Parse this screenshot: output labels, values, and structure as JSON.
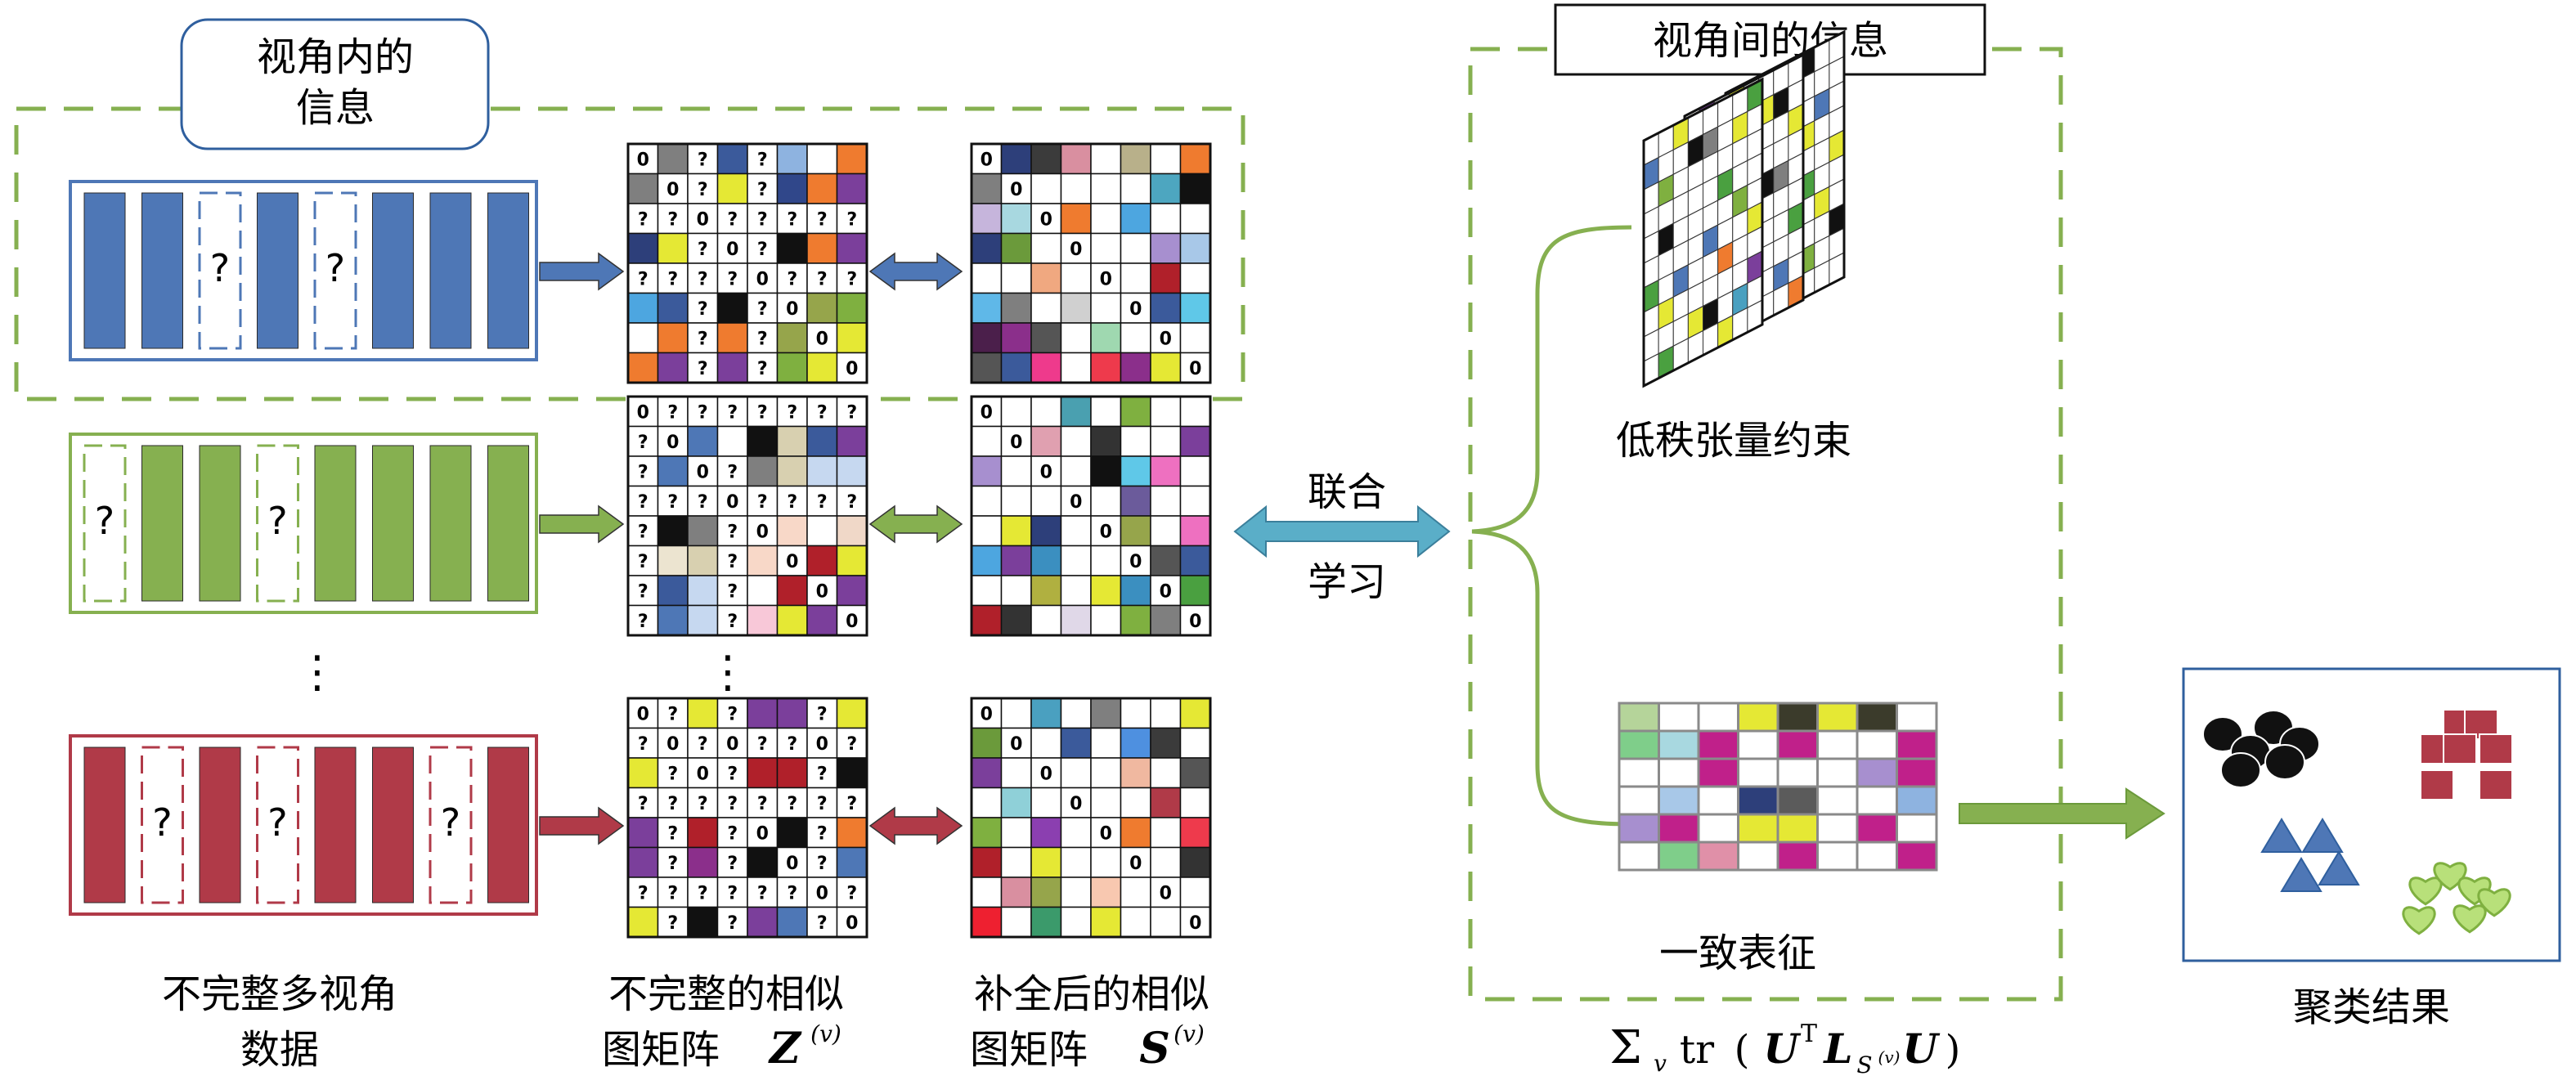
{
  "labels": {
    "intra_view": "视角内的\n信息",
    "inter_view": "视角间的信息",
    "joint_learning": "联合\n学习",
    "low_rank": "低秩张量约束",
    "consistent": "一致表征",
    "cluster_result": "聚类结果",
    "incomplete_data": "不完整多视角\n数据",
    "incomplete_graph_line1": "不完整的相似",
    "incomplete_graph_line2": "图矩阵",
    "incomplete_graph_sym": "Z",
    "completed_graph_line1": "补全后的相似",
    "completed_graph_line2": "图矩阵",
    "completed_graph_sym": "S",
    "view_sup": "(v)",
    "formula_sigma": "Σ",
    "formula_v": "v",
    "formula_tr": "tr",
    "formula_U": "U",
    "formula_T": "T",
    "formula_L": "L",
    "formula_sub": "S",
    "formula_subsup": "(v)",
    "dots": "⋮",
    "question": "?",
    "zero": "0"
  },
  "views": [
    {
      "color": "#4e77b6",
      "columns": [
        0,
        0,
        1,
        0,
        1,
        0,
        0,
        0
      ],
      "incomplete_matrix": [
        [
          "0",
          "c:#7f7f7f",
          "?",
          "c:#3b5a9b",
          "?",
          "c:#8eb3e0",
          "c:#ffffff",
          "c:#ef7b2f"
        ],
        [
          "c:#7f7f7f",
          "0",
          "?",
          "c:#e5e834",
          "?",
          "c:#30478a",
          "c:#ef7b2f",
          "c:#7b3f9b"
        ],
        [
          "?",
          "?",
          "0",
          "?",
          "?",
          "?",
          "?",
          "?"
        ],
        [
          "c:#2d3f7a",
          "c:#e5e834",
          "?",
          "0",
          "?",
          "c:#111111",
          "c:#ef7b2f",
          "c:#7b3f9b"
        ],
        [
          "?",
          "?",
          "?",
          "?",
          "0",
          "?",
          "?",
          "?"
        ],
        [
          "c:#4da6e0",
          "c:#3b5a9b",
          "?",
          "c:#111111",
          "?",
          "0",
          "c:#96a54b",
          "c:#7fb040"
        ],
        [
          "c:#ffffff",
          "c:#ef7b2f",
          "?",
          "c:#ef7b2f",
          "?",
          "c:#96a54b",
          "0",
          "c:#e5e834"
        ],
        [
          "c:#ef7b2f",
          "c:#7b3f9b",
          "?",
          "c:#7b3f9b",
          "?",
          "c:#7fb040",
          "c:#e5e834",
          "0"
        ]
      ],
      "complete_matrix": [
        [
          "0",
          "c:#2d3f7a",
          "c:#3b3b3b",
          "c:#d98fa0",
          "c:#ffffff",
          "c:#b8b08a",
          "c:#ffffff",
          "c:#ef7b2f"
        ],
        [
          "c:#7f7f7f",
          "0",
          "c:#ffffff",
          "c:#ffffff",
          "c:#ffffff",
          "c:#ffffff",
          "c:#4da6c0",
          "c:#111111"
        ],
        [
          "c:#c6b5dc",
          "c:#a8d8e0",
          "0",
          "c:#ef7b2f",
          "c:#ffffff",
          "c:#4da6e0",
          "c:#ffffff",
          "c:#ffffff"
        ],
        [
          "c:#2d3f7a",
          "c:#6b9a3b",
          "c:#ffffff",
          "0",
          "c:#ffffff",
          "c:#ffffff",
          "c:#a78fcf",
          "c:#a8c8e8"
        ],
        [
          "c:#ffffff",
          "c:#ffffff",
          "c:#f0a880",
          "c:#ffffff",
          "0",
          "c:#ffffff",
          "c:#b0202a",
          "c:#ffffff"
        ],
        [
          "c:#5fb8e8",
          "c:#7f7f7f",
          "c:#ffffff",
          "c:#d0d0d0",
          "c:#ffffff",
          "0",
          "c:#3b5a9b",
          "c:#5fc8e8"
        ],
        [
          "c:#4b1f4b",
          "c:#8b2f8b",
          "c:#555555",
          "c:#ffffff",
          "c:#9fd8b0",
          "c:#ffffff",
          "0",
          "c:#ffffff"
        ],
        [
          "c:#555555",
          "c:#3b5a9b",
          "c:#ee3a8c",
          "c:#ffffff",
          "c:#ee3a4c",
          "c:#8b2f8b",
          "c:#e5e834",
          "0"
        ]
      ]
    },
    {
      "color": "#86b050",
      "columns": [
        1,
        0,
        0,
        1,
        0,
        0,
        0,
        0
      ],
      "incomplete_matrix": [
        [
          "0",
          "?",
          "?",
          "?",
          "?",
          "?",
          "?",
          "?"
        ],
        [
          "?",
          "0",
          "c:#4e77b6",
          "c:#ffffff",
          "c:#111111",
          "c:#d8d0b0",
          "c:#3b5a9b",
          "c:#7b3f9b"
        ],
        [
          "?",
          "c:#4e77b6",
          "0",
          "?",
          "c:#7f7f7f",
          "c:#d8d0b0",
          "c:#c6d8f0",
          "c:#c6d8f0"
        ],
        [
          "?",
          "?",
          "?",
          "0",
          "?",
          "?",
          "?",
          "?"
        ],
        [
          "?",
          "c:#111111",
          "c:#7f7f7f",
          "?",
          "0",
          "c:#f8d8c8",
          "c:#ffffff",
          "c:#f0d8c8"
        ],
        [
          "?",
          "c:#ece4d0",
          "c:#d8d0b0",
          "?",
          "c:#f8d8c8",
          "0",
          "c:#b0202a",
          "c:#e5e834"
        ],
        [
          "?",
          "c:#3b5a9b",
          "c:#c6d8f0",
          "?",
          "c:#ffffff",
          "c:#b0202a",
          "0",
          "c:#7b3f9b"
        ],
        [
          "?",
          "c:#4e77b6",
          "c:#c6d8f0",
          "?",
          "c:#f8c8d8",
          "c:#e5e834",
          "c:#7b3f9b",
          "0"
        ]
      ],
      "complete_matrix": [
        [
          "0",
          "c:#ffffff",
          "c:#ffffff",
          "c:#4aa0b0",
          "c:#ffffff",
          "c:#7fb040",
          "c:#ffffff",
          "c:#ffffff"
        ],
        [
          "c:#ffffff",
          "0",
          "c:#e0a0b0",
          "c:#ffffff",
          "c:#333333",
          "c:#ffffff",
          "c:#ffffff",
          "c:#7b3f9b"
        ],
        [
          "c:#a78fcf",
          "c:#ffffff",
          "0",
          "c:#ffffff",
          "c:#111111",
          "c:#5fc8e8",
          "c:#ee70c0",
          "c:#ffffff"
        ],
        [
          "c:#ffffff",
          "c:#ffffff",
          "c:#ffffff",
          "0",
          "c:#ffffff",
          "c:#6b5b9b",
          "c:#ffffff",
          "c:#ffffff"
        ],
        [
          "c:#ffffff",
          "c:#e5e834",
          "c:#2d3f7a",
          "c:#ffffff",
          "0",
          "c:#96a54b",
          "c:#ffffff",
          "c:#ee70c0"
        ],
        [
          "c:#4da6e0",
          "c:#7b3f9b",
          "c:#3b8fc0",
          "c:#ffffff",
          "c:#ffffff",
          "0",
          "c:#555555",
          "c:#3b5a9b"
        ],
        [
          "c:#ffffff",
          "c:#ffffff",
          "c:#b0b040",
          "c:#ffffff",
          "c:#e5e834",
          "c:#3b8fc0",
          "0",
          "c:#4aa040"
        ],
        [
          "c:#b0202a",
          "c:#333333",
          "c:#ffffff",
          "c:#e0d8e8",
          "c:#ffffff",
          "c:#7fb040",
          "c:#7f7f7f",
          "0"
        ]
      ]
    },
    {
      "color": "#b03a48",
      "columns": [
        0,
        1,
        0,
        1,
        0,
        0,
        1,
        0
      ],
      "incomplete_matrix": [
        [
          "0",
          "?",
          "c:#e5e834",
          "?",
          "c:#7b3f9b",
          "c:#7b3f9b",
          "?",
          "c:#e5e834"
        ],
        [
          "?",
          "0",
          "?",
          "0",
          "?",
          "?",
          "0",
          "?"
        ],
        [
          "c:#e5e834",
          "?",
          "0",
          "?",
          "c:#b0202a",
          "c:#b0202a",
          "?",
          "c:#111111"
        ],
        [
          "?",
          "?",
          "?",
          "?",
          "?",
          "?",
          "?",
          "?"
        ],
        [
          "c:#7b3f9b",
          "?",
          "c:#b0202a",
          "?",
          "0",
          "c:#111111",
          "?",
          "c:#ef7b2f"
        ],
        [
          "c:#7b3f9b",
          "?",
          "c:#8b2f8b",
          "?",
          "c:#111111",
          "0",
          "?",
          "c:#4e77b6"
        ],
        [
          "?",
          "?",
          "?",
          "?",
          "?",
          "?",
          "0",
          "?"
        ],
        [
          "c:#e5e834",
          "?",
          "c:#111111",
          "?",
          "c:#7b3f9b",
          "c:#4e77b6",
          "?",
          "0"
        ]
      ],
      "complete_matrix": [
        [
          "0",
          "c:#ffffff",
          "c:#4aa0c0",
          "c:#ffffff",
          "c:#7f7f7f",
          "c:#ffffff",
          "c:#ffffff",
          "c:#e5e834"
        ],
        [
          "c:#6b9a3b",
          "0",
          "c:#ffffff",
          "c:#3b5a9b",
          "c:#ffffff",
          "c:#4e90e0",
          "c:#3b3b3b",
          "c:#ffffff"
        ],
        [
          "c:#7b3f9b",
          "c:#ffffff",
          "0",
          "c:#ffffff",
          "c:#ffffff",
          "c:#f0b8a0",
          "c:#ffffff",
          "c:#555555"
        ],
        [
          "c:#ffffff",
          "c:#8fd0d8",
          "c:#ffffff",
          "0",
          "c:#ffffff",
          "c:#ffffff",
          "c:#b03a48",
          "c:#ffffff"
        ],
        [
          "c:#7fb040",
          "c:#ffffff",
          "c:#8b3fb0",
          "c:#ffffff",
          "0",
          "c:#ef7b2f",
          "c:#ffffff",
          "c:#ee3a4c"
        ],
        [
          "c:#b0202a",
          "c:#ffffff",
          "c:#e5e834",
          "c:#ffffff",
          "c:#ffffff",
          "0",
          "c:#ffffff",
          "c:#333333"
        ],
        [
          "c:#ffffff",
          "c:#d98fa0",
          "c:#96a54b",
          "c:#ffffff",
          "c:#f8c8b0",
          "c:#ffffff",
          "0",
          "c:#ffffff"
        ],
        [
          "c:#ee2030",
          "c:#ffffff",
          "c:#3b9a6b",
          "c:#ffffff",
          "c:#e5e834",
          "c:#ffffff",
          "c:#ffffff",
          "0"
        ]
      ]
    }
  ],
  "consistent_matrix": [
    [
      "#b5d49a",
      "#ffffff",
      "#ffffff",
      "#e5e834",
      "#3b3b2b",
      "#e5e834",
      "#3b3b2b",
      "#ffffff"
    ],
    [
      "#7fce8a",
      "#a8d8e0",
      "#c0208a",
      "#ffffff",
      "#c0208a",
      "#ffffff",
      "#ffffff",
      "#c0208a"
    ],
    [
      "#ffffff",
      "#ffffff",
      "#c0208a",
      "#ffffff",
      "#ffffff",
      "#ffffff",
      "#a78fcf",
      "#c0208a"
    ],
    [
      "#ffffff",
      "#a8c8e8",
      "#ffffff",
      "#2d3f7a",
      "#5b5b5b",
      "#ffffff",
      "#ffffff",
      "#8eb3e0"
    ],
    [
      "#a78fcf",
      "#c0208a",
      "#ffffff",
      "#e5e834",
      "#e5e834",
      "#ffffff",
      "#c0208a",
      "#ffffff"
    ],
    [
      "#ffffff",
      "#7fce8a",
      "#e090a8",
      "#ffffff",
      "#c0208a",
      "#ffffff",
      "#ffffff",
      "#c0208a"
    ]
  ],
  "tensor_cells": [
    [
      "#ffffff",
      "#ffffff",
      "#7fb040",
      "#ffffff",
      "#ffffff",
      "#111111",
      "#ffffff",
      "#ffffff"
    ],
    [
      "#4e77b6",
      "#ffffff",
      "#ffffff",
      "#e5e834",
      "#ffffff",
      "#ffffff",
      "#ffffff",
      "#ffffff"
    ],
    [
      "#ffffff",
      "#ef7b2f",
      "#ffffff",
      "#ffffff",
      "#4aa040",
      "#ffffff",
      "#4e77b6",
      "#ffffff"
    ],
    [
      "#ffffff",
      "#ffffff",
      "#ffffff",
      "#7b3f9b",
      "#ffffff",
      "#e5e834",
      "#ffffff",
      "#ffffff"
    ],
    [
      "#111111",
      "#ffffff",
      "#4aa0c0",
      "#ffffff",
      "#ffffff",
      "#ffffff",
      "#ffffff",
      "#e5e834"
    ],
    [
      "#ffffff",
      "#e5e834",
      "#ffffff",
      "#ffffff",
      "#ffffff",
      "#4aa040",
      "#ffffff",
      "#ffffff"
    ],
    [
      "#ffffff",
      "#ffffff",
      "#ffffff",
      "#4aa040",
      "#ffffff",
      "#ffffff",
      "#e5e834",
      "#ffffff"
    ],
    [
      "#7f7f7f",
      "#ffffff",
      "#e5e834",
      "#ffffff",
      "#4e77b6",
      "#ffffff",
      "#ffffff",
      "#111111"
    ],
    [
      "#ffffff",
      "#ffffff",
      "#ffffff",
      "#ffffff",
      "#ffffff",
      "#7fb040",
      "#ffffff",
      "#ffffff"
    ],
    [
      "#ffffff",
      "#4aa040",
      "#ffffff",
      "#ffffff",
      "#ffffff",
      "#ffffff",
      "#ffffff",
      "#ffffff"
    ]
  ],
  "cluster_colors": {
    "circles": "#111111",
    "squares": "#b03a48",
    "triangles": "#4e77b6",
    "hearts": "#b8e07a"
  },
  "colors": {
    "dash_green": "#86b050",
    "joint_arrow": "#5aaec8",
    "cluster_border": "#2f5f9e",
    "label_box_border": "#2f5f9e"
  }
}
